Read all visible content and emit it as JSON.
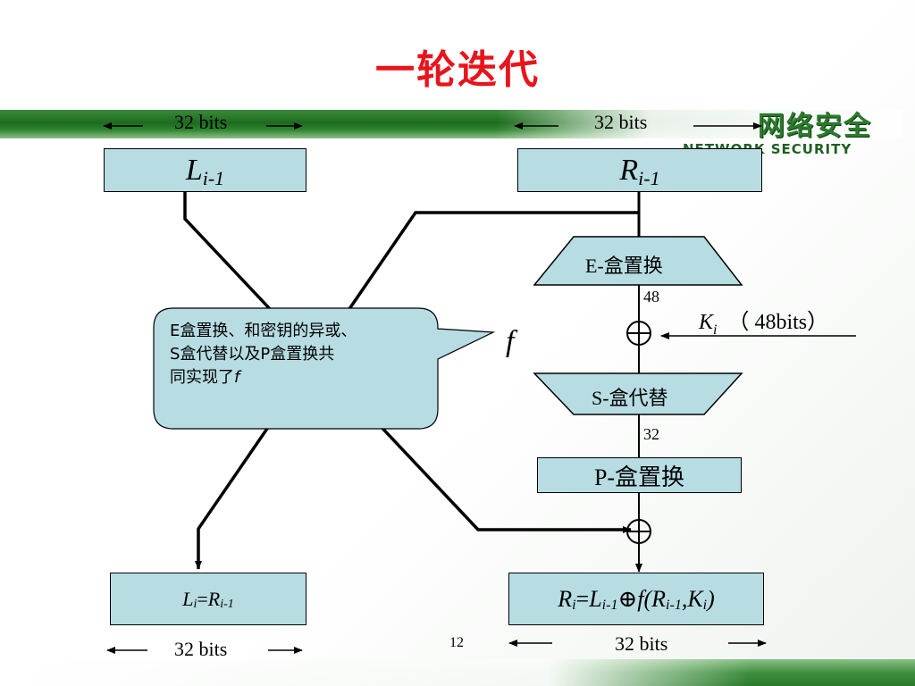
{
  "slide": {
    "title": "一轮迭代",
    "page_number": "12"
  },
  "logo": {
    "cn": "网络安全",
    "en": "NETWORK SECURITY"
  },
  "labels": {
    "bits_top_left": "32 bits",
    "bits_top_right": "32 bits",
    "bits_bottom_left": "32 bits",
    "bits_bottom_right": "32 bits",
    "n48": "48",
    "n32": "32",
    "f": "f"
  },
  "boxes": {
    "L_prev": {
      "main": "L",
      "sub": "i-1"
    },
    "R_prev": {
      "main": "R",
      "sub": "i-1"
    },
    "e_box": "E-盒置换",
    "s_box": "S-盒代替",
    "p_box": "P-盒置换"
  },
  "key": {
    "main": "K",
    "sub": "i",
    "bits": "（ 48bits）"
  },
  "callout": {
    "line1": "E盒置换、和密钥的异或、",
    "line2": "S盒代替以及P盒置换共",
    "line3_prefix": "同实现了",
    "line3_f": "f"
  },
  "outputs": {
    "L_new": {
      "a": "L",
      "a_sub": "i",
      "eq": " =",
      "b": "R",
      "b_sub": "i-1"
    },
    "R_new": {
      "a": "R",
      "a_sub": "i",
      "eq": "=",
      "b": "L",
      "b_sub": "i-1",
      "op": " ⊕",
      "f": "f",
      "args_open": " (",
      "c": "R",
      "c_sub": "i-1",
      "comma": " ,",
      "d": "K",
      "d_sub": "i",
      "close": " )"
    }
  },
  "colors": {
    "title": "#e8141c",
    "box_fill": "#b7dde3",
    "bar_green": "#2a7a2c"
  }
}
